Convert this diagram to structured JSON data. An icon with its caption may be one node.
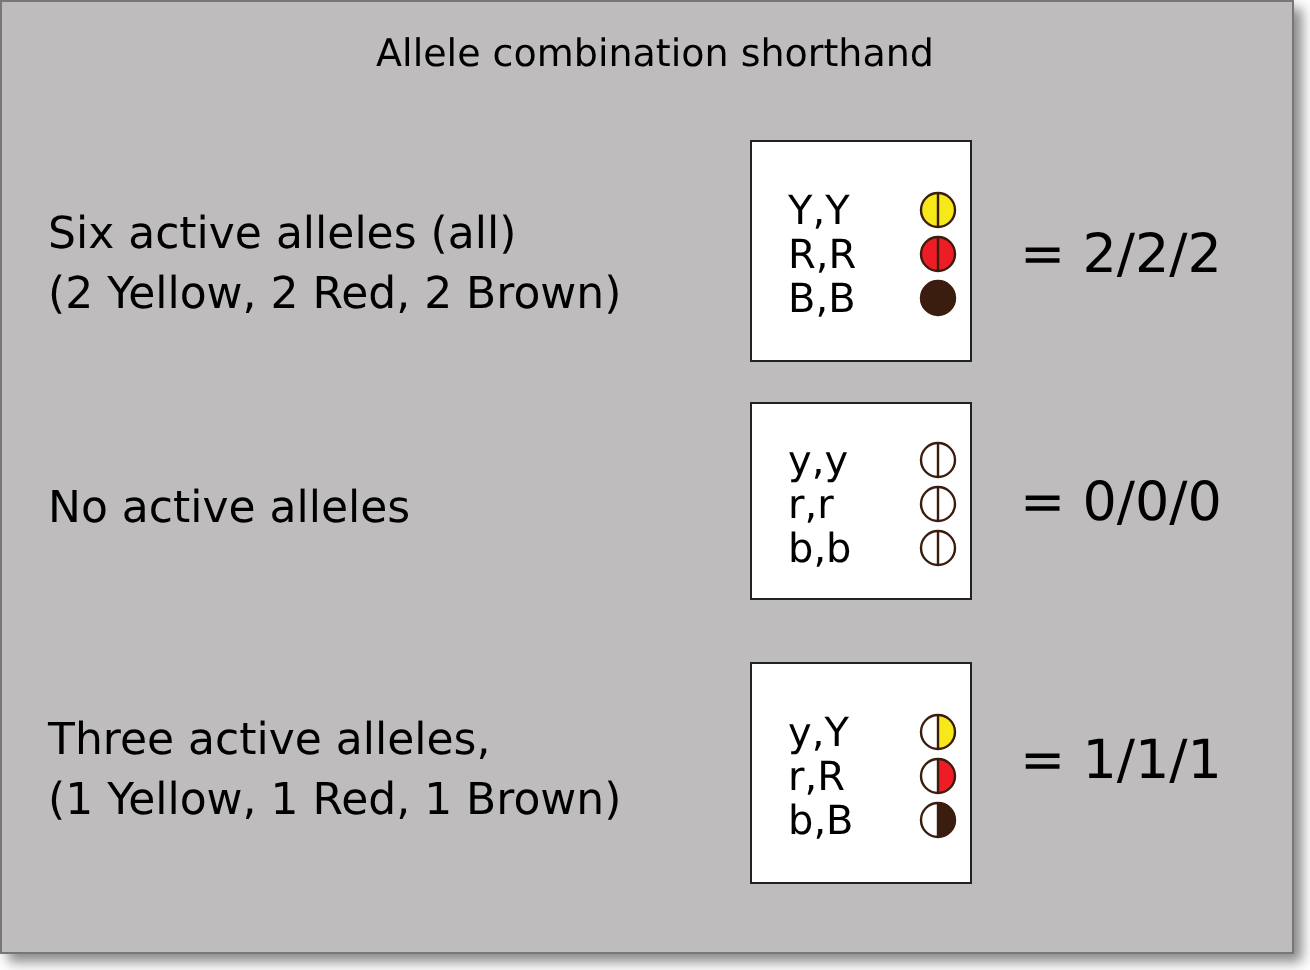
{
  "diagram": {
    "title": "Allele combination shorthand",
    "nodes": [
      {
        "text": [
          "Y,Y",
          "R,R",
          "B,B"
        ],
        "beside": [
          "= 2/2/2"
        ]
      },
      {
        "text": [
          "y,y",
          "r,r",
          "b,b"
        ],
        "beside": [
          "= 0/0/0"
        ]
      },
      {
        "text": [
          "y,Y",
          "r,R",
          "b,B"
        ],
        "beside": [
          "= 1/1/1"
        ]
      }
    ],
    "labels": [
      "Six active alleles (all)",
      "(2 Yellow, 2 Red, 2 Brown)",
      "No active alleles",
      "Three active alleles,",
      "(1 Yellow, 1 Red, 1 Brown)"
    ]
  }
}
